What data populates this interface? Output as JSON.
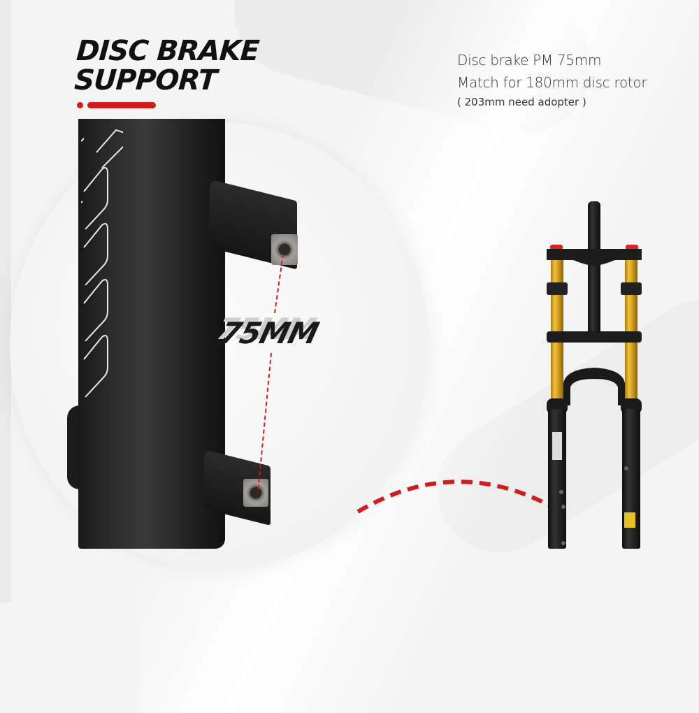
{
  "headline": {
    "line1": "DISC BRAKE",
    "line2": "SUPPORT"
  },
  "specs": {
    "line1": "Disc brake PM 75mm",
    "line2": "Match for 180mm disc rotor",
    "note": "( 203mm need adopter )"
  },
  "measurement": {
    "label": "75MM"
  },
  "colors": {
    "accent": "#cf1d1d",
    "text_dark": "#111111",
    "text_body": "#333333",
    "stanchion_gold": "#d9a520",
    "fork_black": "#1a1a1a",
    "background": "#f4f4f4"
  },
  "images": {
    "closeup": "disc-brake-mount-closeup",
    "product": "double-crown-suspension-fork"
  }
}
